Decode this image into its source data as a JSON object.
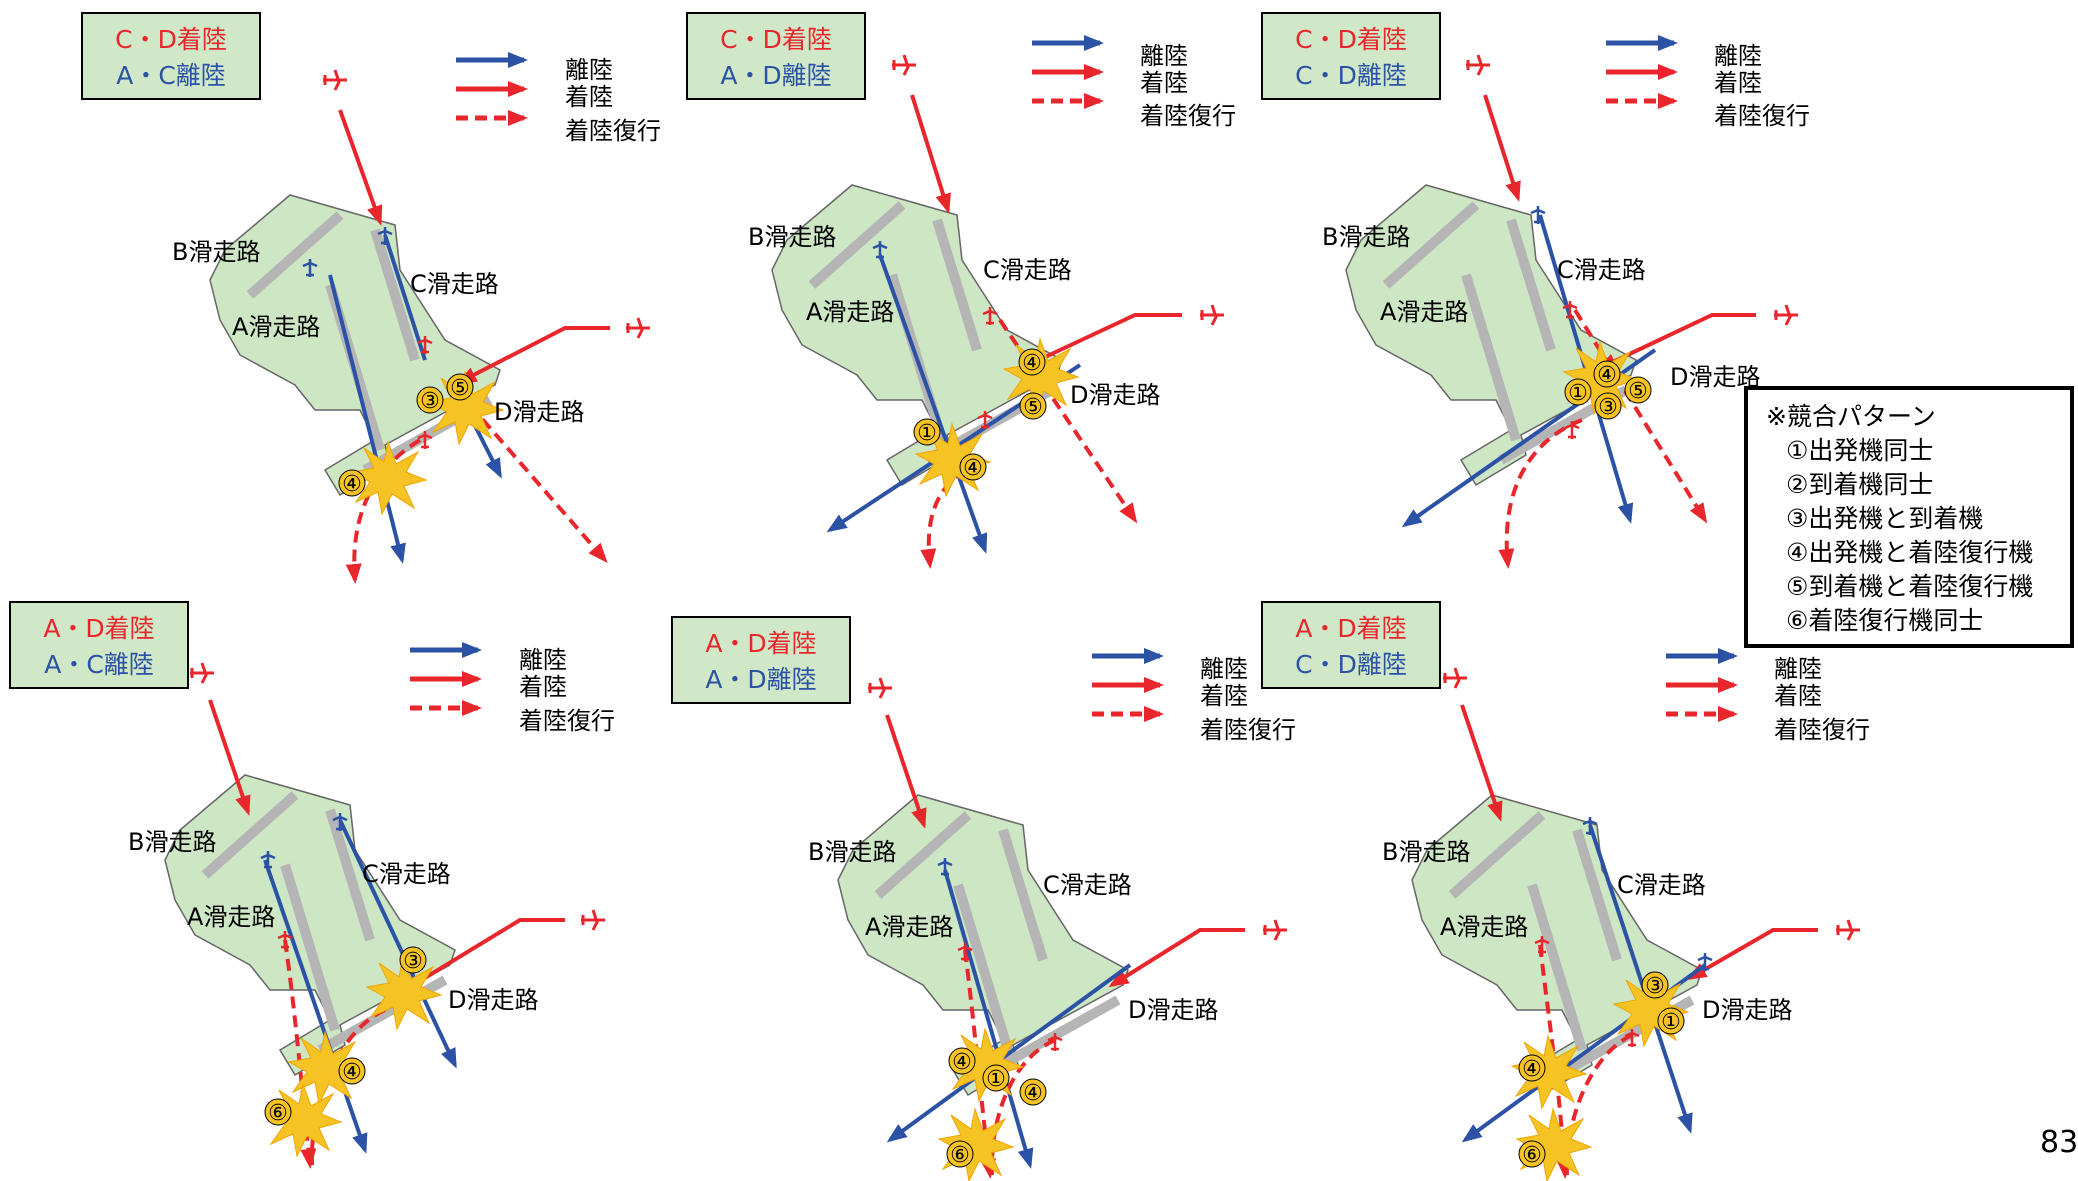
{
  "panels": [
    {
      "title_landing": "C・D着陸",
      "title_departure": "A・C離陸"
    },
    {
      "title_landing": "C・D着陸",
      "title_departure": "A・D離陸"
    },
    {
      "title_landing": "C・D着陸",
      "title_departure": "C・D離陸"
    },
    {
      "title_landing": "A・D着陸",
      "title_departure": "A・C離陸"
    },
    {
      "title_landing": "A・D着陸",
      "title_departure": "A・D離陸"
    },
    {
      "title_landing": "A・D着陸",
      "title_departure": "C・D離陸"
    }
  ],
  "legend": {
    "takeoff": "離陸",
    "landing": "着陸",
    "go_around": "着陸復行"
  },
  "runways": {
    "a": "A滑走路",
    "b": "B滑走路",
    "c": "C滑走路",
    "d": "D滑走路"
  },
  "markers": {
    "m1": "①",
    "m3": "③",
    "m4": "④",
    "m5": "⑤",
    "m6": "⑥"
  },
  "patterns": {
    "title": "※競合パターン",
    "items": [
      "①出発機同士",
      "②到着機同士",
      "③出発機と到着機",
      "④出発機と着陸復行機",
      "⑤到着機と着陸復行機",
      "⑥着陸復行機同士"
    ]
  },
  "page_number": "83",
  "colors": {
    "takeoff": "#2b52a5",
    "landing": "#e8262b",
    "airport": "#cde6c4",
    "title_box": "#d0e8c8"
  }
}
